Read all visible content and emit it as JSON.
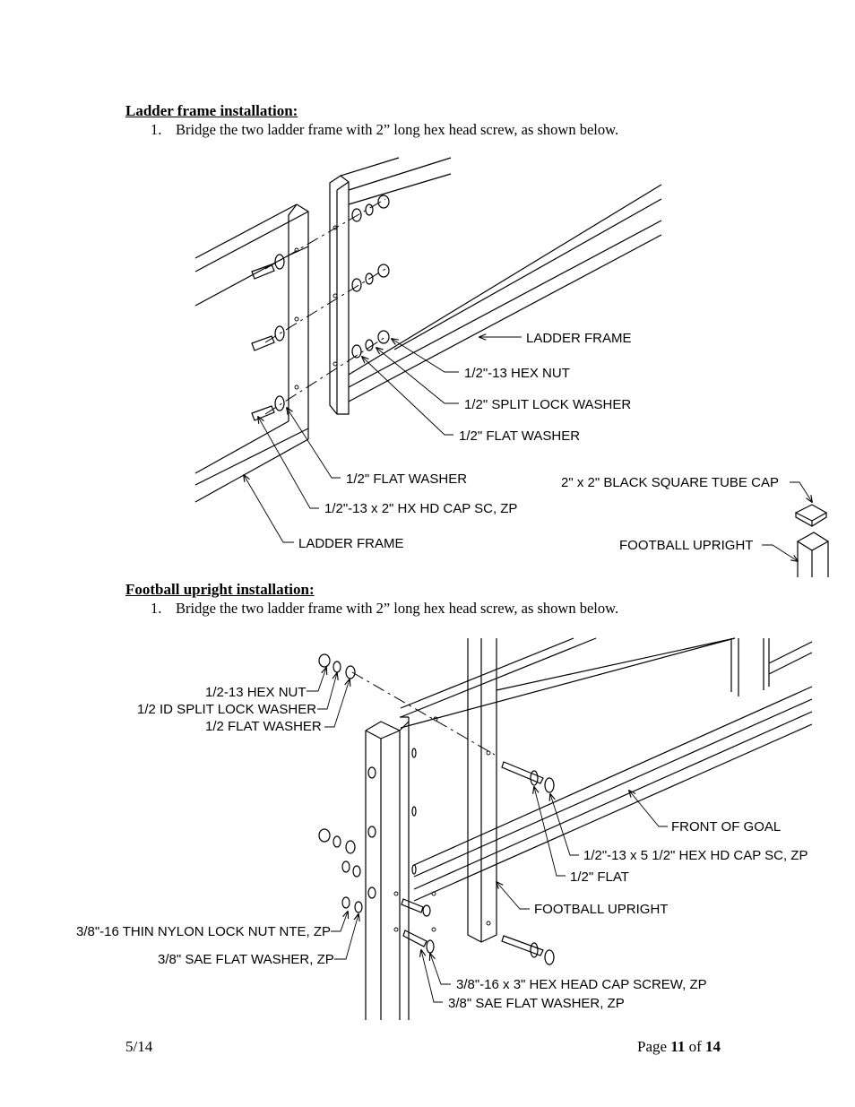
{
  "section1": {
    "heading": "Ladder frame installation:",
    "step_number": "1.",
    "step_text": "Bridge the two ladder frame with 2” long hex head screw, as shown below."
  },
  "diagram1": {
    "labels": {
      "ladder_frame_right": "LADDER FRAME",
      "hex_nut": "1/2\"-13 HEX NUT",
      "split_lock_washer": "1/2\" SPLIT LOCK WASHER",
      "flat_washer_right": "1/2\" FLAT WASHER",
      "flat_washer_left": "1/2\" FLAT WASHER",
      "cap_screw": "1/2\"-13 x 2\" HX HD CAP SC, ZP",
      "ladder_frame_left": "LADDER FRAME",
      "tube_cap": "2\" x 2\" BLACK SQUARE TUBE CAP",
      "football_upright": "FOOTBALL UPRIGHT"
    }
  },
  "section2": {
    "heading": "Football upright installation:",
    "step_number": "1.",
    "step_text": "Bridge the two ladder frame with 2” long hex head screw, as shown below."
  },
  "diagram2": {
    "labels": {
      "hex_nut": "1/2-13 HEX NUT",
      "split_lock_washer": "1/2 ID SPLIT LOCK WASHER",
      "flat_washer": "1/2 FLAT WASHER",
      "front_of_goal": "FRONT OF GOAL",
      "long_cap_screw": "1/2\"-13 x 5 1/2\" HEX HD CAP SC, ZP",
      "half_flat": "1/2\" FLAT",
      "football_upright": "FOOTBALL UPRIGHT",
      "nylon_lock_nut": "3/8\"-16 THIN NYLON LOCK NUT NTE, ZP",
      "sae_flat_washer_left": "3/8\" SAE FLAT WASHER, ZP",
      "hex_head_cap_screw": "3/8\"-16 x 3\" HEX HEAD CAP SCREW, ZP",
      "sae_flat_washer_right": "3/8\" SAE FLAT WASHER, ZP"
    }
  },
  "footer": {
    "date": "5/14",
    "page_word": "Page",
    "page_current": "11",
    "of_word": "of",
    "page_total": "14"
  }
}
